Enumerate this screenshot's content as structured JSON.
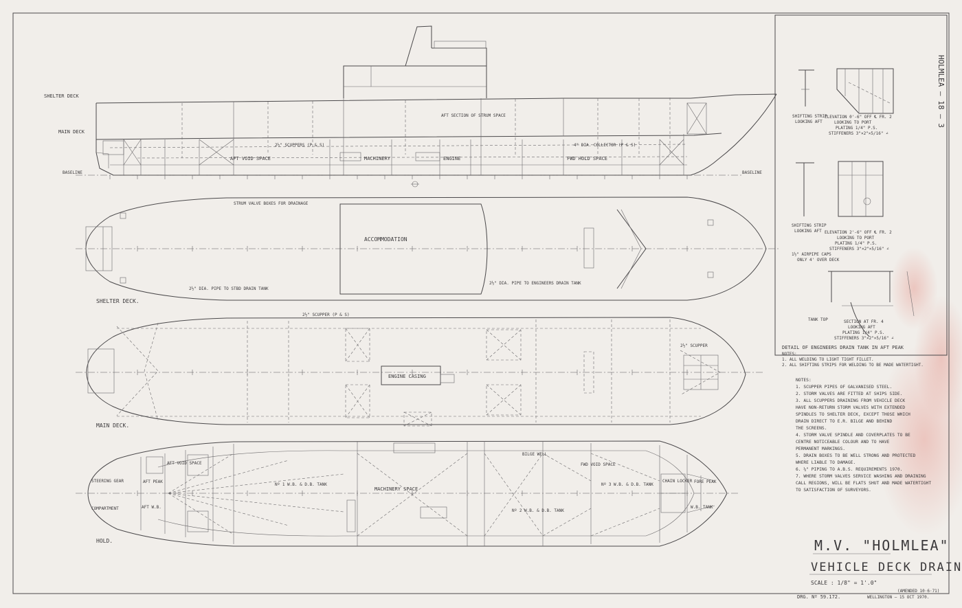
{
  "title": {
    "vessel": "M.V. \"HOLMLEA\"",
    "drawing": "VEHICLE DECK DRAINAGE",
    "scale": "SCALE : 1/8\" = 1'.0\"",
    "drg_no": "DRG. Nº 59.172.",
    "date": "WELLINGTON — 15 OCT 1970.",
    "amended": "(AMENDED 10·6·71)"
  },
  "stamp": "HOLMLEA — 18 — 3",
  "profile": {
    "shelter_deck": "SHELTER DECK",
    "main_deck": "MAIN DECK",
    "baseline_left": "BASELINE",
    "baseline_right": "BASELINE",
    "aft_void_space": "AFT VOID SPACE",
    "machinery": "MACHINERY",
    "engine": "ENGINE",
    "fwd_hold_space": "FWD HOLD SPACE",
    "scupper_label": "2½\" SCUPPERS (P & S)",
    "aft_section_note": "AFT SECTION OF STRUM SPACE",
    "drain_collector": "4\" DIA. COLLECTOR (P & S)"
  },
  "shelter_deck_plan": {
    "label": "SHELTER DECK.",
    "accommodation": "ACCOMMODATION",
    "note_top": "STRUM VALVE BOXES FOR DRAINAGE",
    "note_left": "2½\" DIA. PIPE TO STBD DRAIN TANK",
    "note_right": "2½\" DIA. PIPE TO ENGINEERS DRAIN TANK"
  },
  "main_deck_plan": {
    "label": "MAIN DECK.",
    "engine_casing": "ENGINE CASING",
    "scupper_top": "2½\" SCUPPER (P & S)",
    "scupper_right": "2½\" SCUPPER"
  },
  "hold_plan": {
    "label": "HOLD.",
    "steering_gear": "STEERING GEAR",
    "compartment": "COMPARTMENT",
    "aft_void": "AFT VOID SPACE",
    "aft_peak": "AFT PEAK",
    "aft_wb": "AFT W.B.",
    "machinery_space": "MACHINERY SPACE",
    "db_tank_1": "Nº 1 W.B. & D.B. TANK",
    "db_tank_2": "Nº 2 W.B. & D.B. TANK",
    "db_tank_3": "Nº 3 W.B. & D.B. TANK",
    "fwd_void": "FWD VOID SPACE",
    "chain": "CHAIN LOCKER",
    "fore_peak": "FORE PEAK",
    "w_b_tank": "W.B. TANK",
    "bilge_well": "BILGE WELL"
  },
  "details": {
    "heading": "DETAIL OF ENGINEERS DRAIN TANK IN AFT PEAK",
    "elev_1": "ELEVATION 0'-6\" OFF ℄ FR. 2",
    "elev_1_sub": "LOOKING TO PORT",
    "elev_1_plating": "PLATING 1/4\" P.S.",
    "elev_1_stiff": "STIFFENERS 3\"×2\"×5/16\" ∠",
    "shifting_1": "SHIFTING STRIP",
    "shifting_1_sub": "LOOKING AFT",
    "elev_2": "ELEVATION 2'-6\" OFF ℄ FR. 2",
    "elev_2_sub": "LOOKING TO PORT",
    "elev_2_plating": "PLATING 1/4\" P.S.",
    "elev_2_stiff": "STIFFENERS 3\"×2\"×5/16\" ∠",
    "shifting_2": "SHIFTING STRIP",
    "shifting_2_sub": "LOOKING AFT",
    "air_pipe": "1½\" AIRPIPE CAPS",
    "air_pipe_sub": "ONLY 4' OVER DECK",
    "section": "SECTION AT FR. 4",
    "section_sub": "LOOKING AFT",
    "section_plate": "PLATING 1/4\" P.S.",
    "section_stiff": "STIFFENERS 3\"×2\"×5/16\" ∠",
    "tank_top": "TANK TOP",
    "detail_notes": [
      "NOTES:",
      "1. ALL WELDING TO LIGHT TIGHT FILLET.",
      "2. ALL SHIFTING STRIPS FOR WELDING TO BE MADE WATERTIGHT."
    ]
  },
  "notes": [
    "NOTES:",
    "1. SCUPPER PIPES OF GALVANISED STEEL.",
    "2. STORM VALVES ARE FITTED AT SHIPS SIDE.",
    "3. ALL SCUPPERS DRAINING FROM VEHICLE DECK",
    "   HAVE NON-RETURN STORM VALVES WITH EXTENDED",
    "   SPINDLES TO SHELTER DECK, EXCEPT THOSE WHICH",
    "   DRAIN DIRECT TO E.R. BILGE AND BEHIND",
    "   THE SCREENS.",
    "4. STORM VALVE SPINDLE AND COVERPLATES TO BE",
    "   CENTRE NOTICEABLE COLOUR AND TO HAVE",
    "   PERMANENT MARKINGS.",
    "5. DRAIN BOXES TO BE WELL STRONG AND PROTECTED",
    "   WHERE LIABLE TO DAMAGE.",
    "6. ¼\" PIPING TO A.B.S. REQUIREMENTS 1970.",
    "7. WHERE STORM VALVES SERVICE WASHING AND DRAINING",
    "   CALL REGIONS, WILL BE FLATS SHUT AND MADE WATERTIGHT",
    "   TO SATISFACTION OF SURVEYORS."
  ]
}
